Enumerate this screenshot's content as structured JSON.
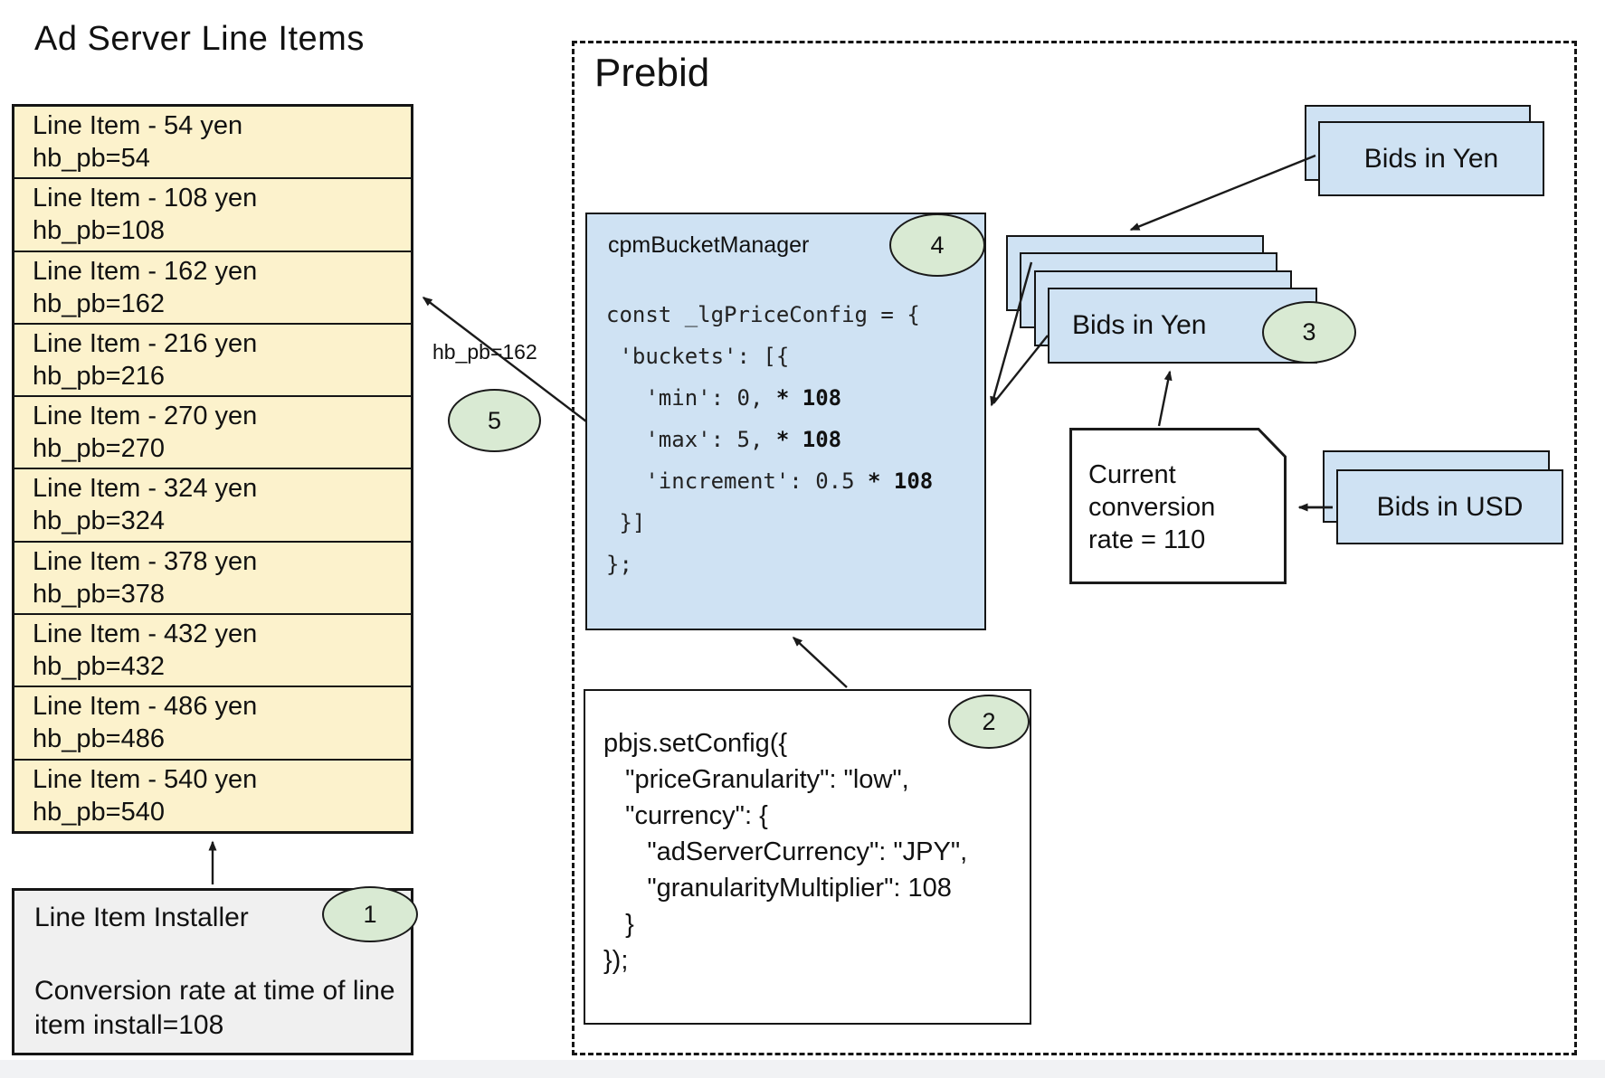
{
  "ad_server": {
    "title": "Ad Server Line Items",
    "line_items": [
      {
        "name": "Line Item - 54 yen",
        "hb": "hb_pb=54"
      },
      {
        "name": "Line Item - 108 yen",
        "hb": "hb_pb=108"
      },
      {
        "name": "Line Item - 162 yen",
        "hb": "hb_pb=162"
      },
      {
        "name": "Line Item - 216 yen",
        "hb": "hb_pb=216"
      },
      {
        "name": "Line Item - 270 yen",
        "hb": "hb_pb=270"
      },
      {
        "name": "Line Item - 324 yen",
        "hb": "hb_pb=324"
      },
      {
        "name": "Line Item - 378 yen",
        "hb": "hb_pb=378"
      },
      {
        "name": "Line Item - 432 yen",
        "hb": "hb_pb=432"
      },
      {
        "name": "Line Item - 486 yen",
        "hb": "hb_pb=486"
      },
      {
        "name": "Line Item - 540 yen",
        "hb": "hb_pb=540"
      }
    ],
    "installer": {
      "title": "Line Item Installer",
      "badge": "1",
      "note": "Conversion rate at time of line item install=108"
    }
  },
  "prebid": {
    "title": "Prebid",
    "bucket_manager": {
      "label": "cpmBucketManager",
      "badge": "4",
      "code": [
        {
          "text": "const _lgPriceConfig = {"
        },
        {
          "text": " 'buckets': [{"
        },
        {
          "text": "   'min': 0, ",
          "bold": "* 108"
        },
        {
          "text": "   'max': 5, ",
          "bold": "* 108"
        },
        {
          "text": "   'increment': 0.5 ",
          "bold": "* 108"
        },
        {
          "text": " }]"
        },
        {
          "text": "};"
        }
      ]
    },
    "set_config": {
      "badge": "2",
      "code": [
        "pbjs.setConfig({",
        "   \"priceGranularity\": \"low\",",
        "   \"currency\": {",
        "      \"adServerCurrency\": \"JPY\",",
        "      \"granularityMultiplier\": 108",
        "   }",
        "});"
      ]
    },
    "arrow_label": "hb_pb=162",
    "arrow_badge": "5",
    "bids_in_yen_incoming": "Bids in Yen",
    "bids_in_yen_stack": {
      "label": "Bids in Yen",
      "badge": "3"
    },
    "conversion_note": "Current conversion rate = 110",
    "bids_in_usd": "Bids in USD"
  },
  "colors": {
    "card_blue": "#cfe2f3",
    "row_yellow": "#fcf2cc",
    "badge_green": "#d9ead3",
    "installer_gray": "#f0f0f0",
    "line_black": "#1a1a1a"
  }
}
